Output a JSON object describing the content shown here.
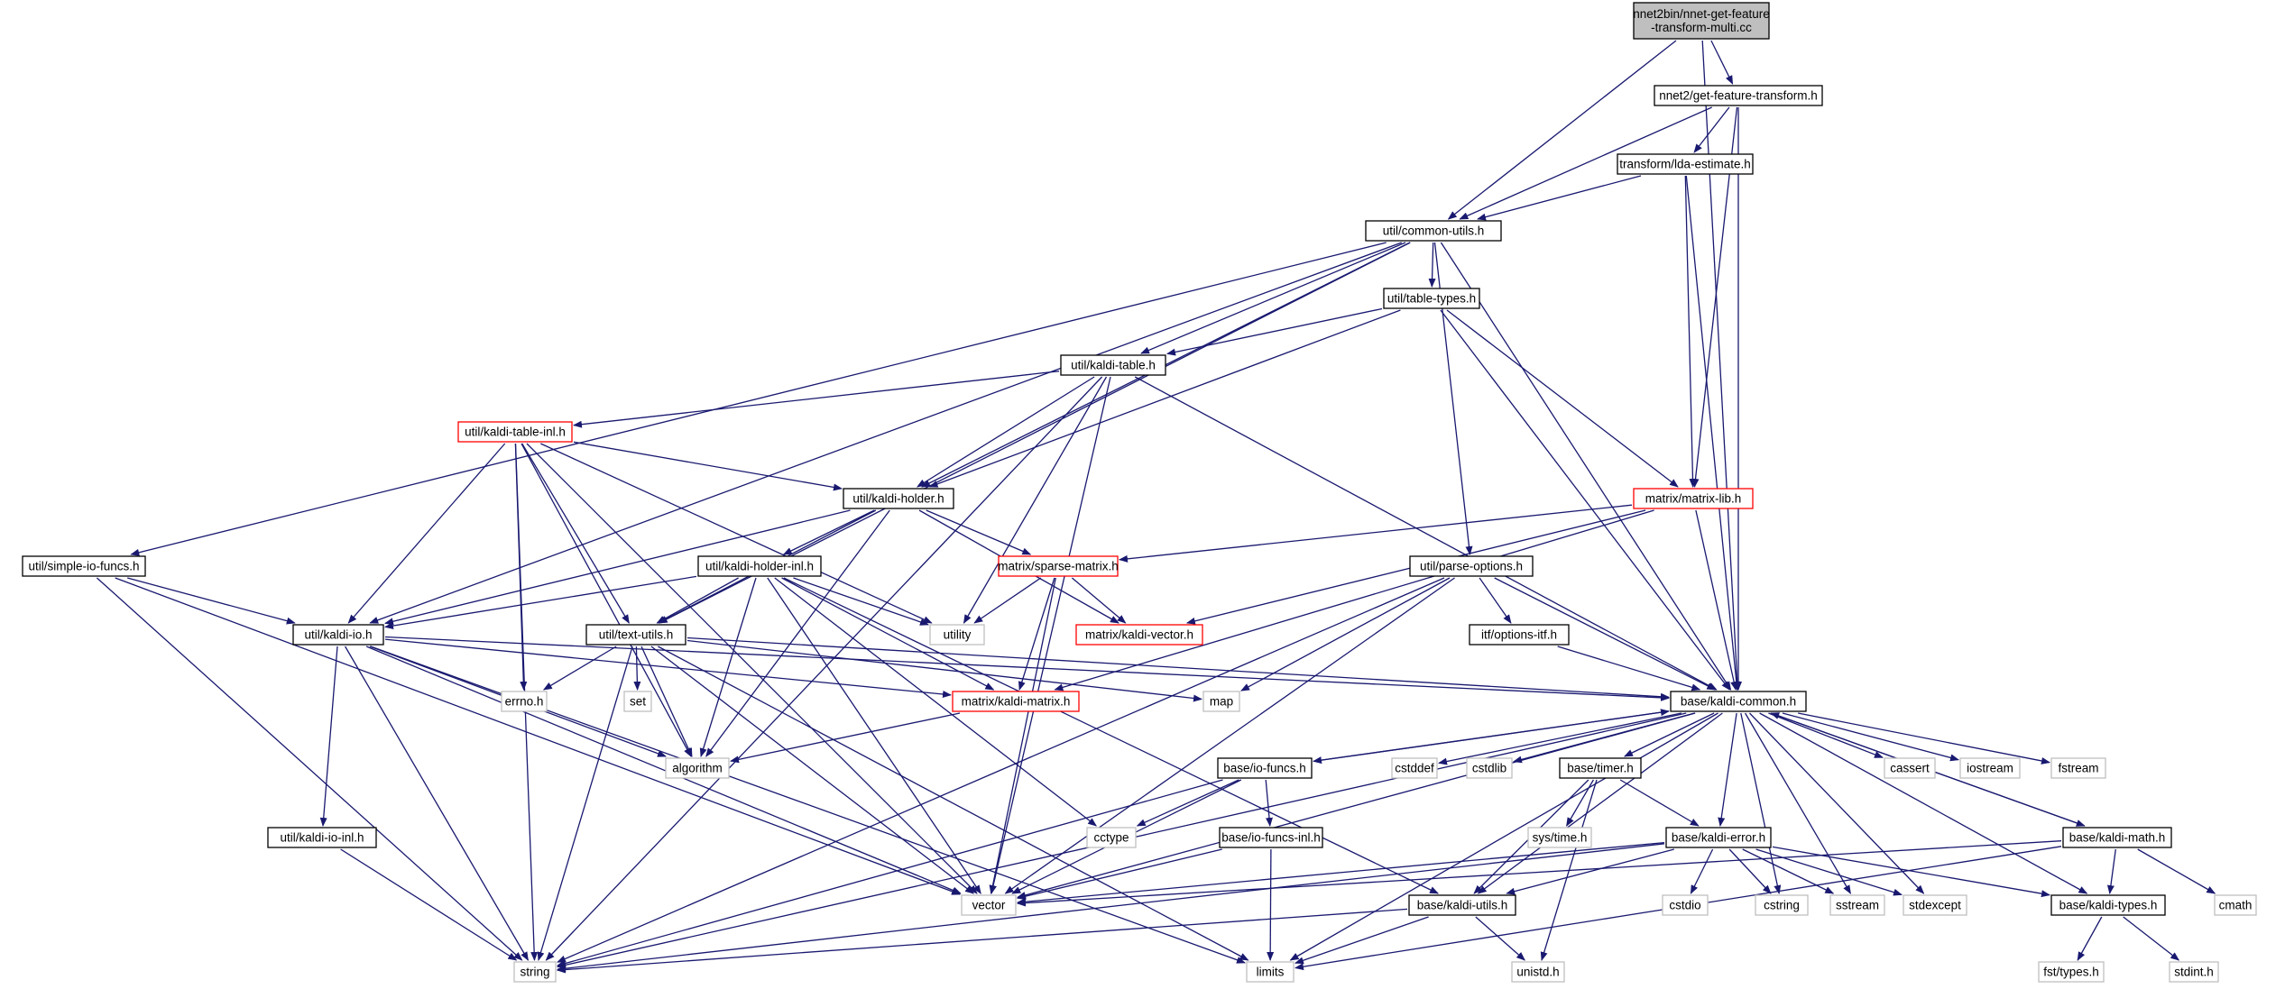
{
  "colors": {
    "edge": "#191970",
    "box_default": "#000000",
    "box_external": "#bfbfbf",
    "box_truncated": "#ff0000",
    "root_fill": "#bfbfbf",
    "node_fill": "#ffffff"
  },
  "nodes": [
    {
      "id": "root",
      "label": "nnet2bin/nnet-get-feature\n-transform-multi.cc",
      "kind": "root"
    },
    {
      "id": "gft",
      "label": "nnet2/get-feature-transform.h",
      "kind": "default"
    },
    {
      "id": "lda",
      "label": "transform/lda-estimate.h",
      "kind": "default"
    },
    {
      "id": "cu",
      "label": "util/common-utils.h",
      "kind": "default"
    },
    {
      "id": "tt",
      "label": "util/table-types.h",
      "kind": "default"
    },
    {
      "id": "kt",
      "label": "util/kaldi-table.h",
      "kind": "default"
    },
    {
      "id": "kti",
      "label": "util/kaldi-table-inl.h",
      "kind": "truncated"
    },
    {
      "id": "ml",
      "label": "matrix/matrix-lib.h",
      "kind": "truncated"
    },
    {
      "id": "kh",
      "label": "util/kaldi-holder.h",
      "kind": "default"
    },
    {
      "id": "sif",
      "label": "util/simple-io-funcs.h",
      "kind": "default"
    },
    {
      "id": "khi",
      "label": "util/kaldi-holder-inl.h",
      "kind": "default"
    },
    {
      "id": "sm",
      "label": "matrix/sparse-matrix.h",
      "kind": "truncated"
    },
    {
      "id": "po",
      "label": "util/parse-options.h",
      "kind": "default"
    },
    {
      "id": "kio",
      "label": "util/kaldi-io.h",
      "kind": "default"
    },
    {
      "id": "tu",
      "label": "util/text-utils.h",
      "kind": "default"
    },
    {
      "id": "util",
      "label": "utility",
      "kind": "external"
    },
    {
      "id": "kv",
      "label": "matrix/kaldi-vector.h",
      "kind": "truncated"
    },
    {
      "id": "oi",
      "label": "itf/options-itf.h",
      "kind": "default"
    },
    {
      "id": "errno",
      "label": "errno.h",
      "kind": "external"
    },
    {
      "id": "set",
      "label": "set",
      "kind": "external"
    },
    {
      "id": "km",
      "label": "matrix/kaldi-matrix.h",
      "kind": "truncated"
    },
    {
      "id": "map",
      "label": "map",
      "kind": "external"
    },
    {
      "id": "kc",
      "label": "base/kaldi-common.h",
      "kind": "default"
    },
    {
      "id": "alg",
      "label": "algorithm",
      "kind": "external"
    },
    {
      "id": "iof",
      "label": "base/io-funcs.h",
      "kind": "default"
    },
    {
      "id": "cstddef",
      "label": "cstddef",
      "kind": "external"
    },
    {
      "id": "cstdlib",
      "label": "cstdlib",
      "kind": "external"
    },
    {
      "id": "timer",
      "label": "base/timer.h",
      "kind": "default"
    },
    {
      "id": "cassert",
      "label": "cassert",
      "kind": "external"
    },
    {
      "id": "iostream",
      "label": "iostream",
      "kind": "external"
    },
    {
      "id": "fstream",
      "label": "fstream",
      "kind": "external"
    },
    {
      "id": "kioi",
      "label": "util/kaldi-io-inl.h",
      "kind": "default"
    },
    {
      "id": "cctype",
      "label": "cctype",
      "kind": "external"
    },
    {
      "id": "iofi",
      "label": "base/io-funcs-inl.h",
      "kind": "default"
    },
    {
      "id": "systime",
      "label": "sys/time.h",
      "kind": "external"
    },
    {
      "id": "ke",
      "label": "base/kaldi-error.h",
      "kind": "default"
    },
    {
      "id": "kmath",
      "label": "base/kaldi-math.h",
      "kind": "default"
    },
    {
      "id": "vector",
      "label": "vector",
      "kind": "external"
    },
    {
      "id": "ku",
      "label": "base/kaldi-utils.h",
      "kind": "default"
    },
    {
      "id": "cstdio",
      "label": "cstdio",
      "kind": "external"
    },
    {
      "id": "cstring",
      "label": "cstring",
      "kind": "external"
    },
    {
      "id": "sstream",
      "label": "sstream",
      "kind": "external"
    },
    {
      "id": "stdexcept",
      "label": "stdexcept",
      "kind": "external"
    },
    {
      "id": "ktypes",
      "label": "base/kaldi-types.h",
      "kind": "default"
    },
    {
      "id": "cmath",
      "label": "cmath",
      "kind": "external"
    },
    {
      "id": "string",
      "label": "string",
      "kind": "external"
    },
    {
      "id": "limits",
      "label": "limits",
      "kind": "external"
    },
    {
      "id": "unistd",
      "label": "unistd.h",
      "kind": "external"
    },
    {
      "id": "fsttypes",
      "label": "fst/types.h",
      "kind": "external"
    },
    {
      "id": "stdint",
      "label": "stdint.h",
      "kind": "external"
    }
  ],
  "edges": [
    [
      "root",
      "gft"
    ],
    [
      "root",
      "cu"
    ],
    [
      "root",
      "kc"
    ],
    [
      "gft",
      "lda"
    ],
    [
      "gft",
      "cu"
    ],
    [
      "gft",
      "ml"
    ],
    [
      "gft",
      "kc"
    ],
    [
      "lda",
      "cu"
    ],
    [
      "lda",
      "ml"
    ],
    [
      "lda",
      "kc"
    ],
    [
      "cu",
      "tt"
    ],
    [
      "cu",
      "kt"
    ],
    [
      "cu",
      "kh"
    ],
    [
      "cu",
      "sif"
    ],
    [
      "cu",
      "kio"
    ],
    [
      "cu",
      "tu"
    ],
    [
      "cu",
      "po"
    ],
    [
      "cu",
      "kc"
    ],
    [
      "tt",
      "kt"
    ],
    [
      "tt",
      "kh"
    ],
    [
      "tt",
      "ml"
    ],
    [
      "tt",
      "kc"
    ],
    [
      "kt",
      "kti"
    ],
    [
      "kt",
      "kh"
    ],
    [
      "kt",
      "util"
    ],
    [
      "kt",
      "vector"
    ],
    [
      "kt",
      "string"
    ],
    [
      "kt",
      "kc"
    ],
    [
      "kti",
      "kh"
    ],
    [
      "kti",
      "kio"
    ],
    [
      "kti",
      "tu"
    ],
    [
      "kti",
      "util"
    ],
    [
      "kti",
      "errno"
    ],
    [
      "kti",
      "alg"
    ],
    [
      "kti",
      "vector"
    ],
    [
      "kti",
      "string"
    ],
    [
      "ml",
      "sm"
    ],
    [
      "ml",
      "kv"
    ],
    [
      "ml",
      "km"
    ],
    [
      "ml",
      "kc"
    ],
    [
      "kh",
      "khi"
    ],
    [
      "kh",
      "sm"
    ],
    [
      "kh",
      "kv"
    ],
    [
      "kh",
      "kio"
    ],
    [
      "kh",
      "tu"
    ],
    [
      "kh",
      "alg"
    ],
    [
      "sif",
      "kio"
    ],
    [
      "sif",
      "vector"
    ],
    [
      "sif",
      "string"
    ],
    [
      "khi",
      "kio"
    ],
    [
      "khi",
      "tu"
    ],
    [
      "khi",
      "util"
    ],
    [
      "khi",
      "km"
    ],
    [
      "khi",
      "alg"
    ],
    [
      "khi",
      "vector"
    ],
    [
      "khi",
      "ku"
    ],
    [
      "khi",
      "cctype"
    ],
    [
      "sm",
      "util"
    ],
    [
      "sm",
      "kv"
    ],
    [
      "sm",
      "km"
    ],
    [
      "sm",
      "vector"
    ],
    [
      "po",
      "oi"
    ],
    [
      "po",
      "map"
    ],
    [
      "po",
      "kc"
    ],
    [
      "po",
      "vector"
    ],
    [
      "po",
      "string"
    ],
    [
      "kio",
      "km"
    ],
    [
      "kio",
      "kioi"
    ],
    [
      "kio",
      "kc"
    ],
    [
      "kio",
      "alg"
    ],
    [
      "kio",
      "vector"
    ],
    [
      "kio",
      "string"
    ],
    [
      "kio",
      "limits"
    ],
    [
      "tu",
      "errno"
    ],
    [
      "tu",
      "set"
    ],
    [
      "tu",
      "alg"
    ],
    [
      "tu",
      "map"
    ],
    [
      "tu",
      "kc"
    ],
    [
      "tu",
      "vector"
    ],
    [
      "tu",
      "string"
    ],
    [
      "tu",
      "limits"
    ],
    [
      "oi",
      "kc"
    ],
    [
      "km",
      "alg"
    ],
    [
      "kc",
      "iof"
    ],
    [
      "kc",
      "cstddef"
    ],
    [
      "kc",
      "cstdlib"
    ],
    [
      "kc",
      "timer"
    ],
    [
      "kc",
      "cassert"
    ],
    [
      "kc",
      "iostream"
    ],
    [
      "kc",
      "fstream"
    ],
    [
      "kc",
      "ke"
    ],
    [
      "kc",
      "kmath"
    ],
    [
      "kc",
      "ku"
    ],
    [
      "kc",
      "cstring"
    ],
    [
      "kc",
      "sstream"
    ],
    [
      "kc",
      "stdexcept"
    ],
    [
      "kc",
      "ktypes"
    ],
    [
      "kc",
      "limits"
    ],
    [
      "kc",
      "string"
    ],
    [
      "kc",
      "vector"
    ],
    [
      "iof",
      "kc"
    ],
    [
      "iof",
      "iofi"
    ],
    [
      "iof",
      "cctype"
    ],
    [
      "iof",
      "vector"
    ],
    [
      "iof",
      "string"
    ],
    [
      "timer",
      "systime"
    ],
    [
      "timer",
      "ke"
    ],
    [
      "timer",
      "ku"
    ],
    [
      "timer",
      "unistd"
    ],
    [
      "kioi",
      "string"
    ],
    [
      "iofi",
      "vector"
    ],
    [
      "iofi",
      "limits"
    ],
    [
      "ke",
      "ku"
    ],
    [
      "ke",
      "ktypes"
    ],
    [
      "ke",
      "cstdio"
    ],
    [
      "ke",
      "cstring"
    ],
    [
      "ke",
      "sstream"
    ],
    [
      "ke",
      "stdexcept"
    ],
    [
      "ke",
      "vector"
    ],
    [
      "ke",
      "string"
    ],
    [
      "kmath",
      "kc"
    ],
    [
      "kmath",
      "ktypes"
    ],
    [
      "kmath",
      "cmath"
    ],
    [
      "kmath",
      "vector"
    ],
    [
      "kmath",
      "limits"
    ],
    [
      "ku",
      "limits"
    ],
    [
      "ku",
      "string"
    ],
    [
      "ku",
      "unistd"
    ],
    [
      "ktypes",
      "fsttypes"
    ],
    [
      "ktypes",
      "stdint"
    ]
  ]
}
